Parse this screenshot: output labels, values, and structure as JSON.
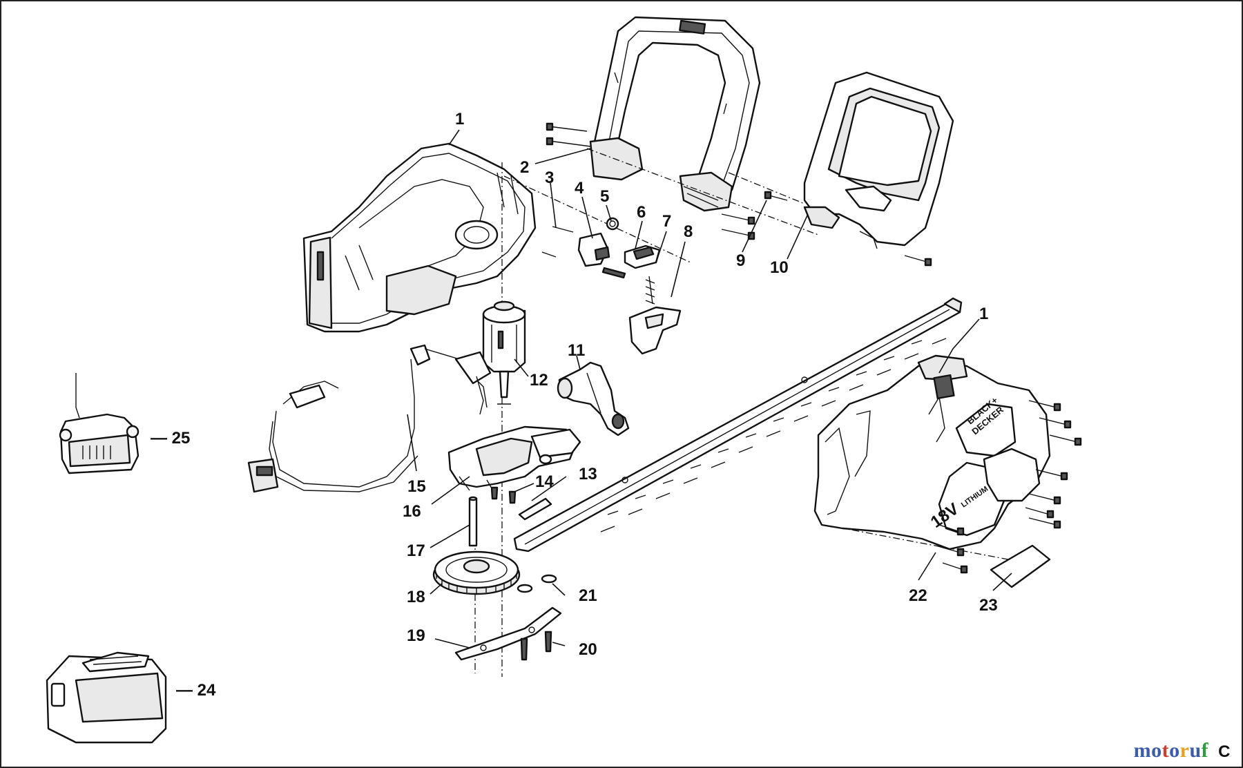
{
  "diagram": {
    "callouts": [
      {
        "id": "1a",
        "text": "1"
      },
      {
        "id": "1b",
        "text": "1"
      },
      {
        "id": "2",
        "text": "2"
      },
      {
        "id": "3",
        "text": "3"
      },
      {
        "id": "4",
        "text": "4"
      },
      {
        "id": "5",
        "text": "5"
      },
      {
        "id": "6",
        "text": "6"
      },
      {
        "id": "7",
        "text": "7"
      },
      {
        "id": "8",
        "text": "8"
      },
      {
        "id": "9",
        "text": "9"
      },
      {
        "id": "10",
        "text": "10"
      },
      {
        "id": "11",
        "text": "11"
      },
      {
        "id": "12",
        "text": "12"
      },
      {
        "id": "13",
        "text": "13"
      },
      {
        "id": "14",
        "text": "14"
      },
      {
        "id": "15",
        "text": "15"
      },
      {
        "id": "16",
        "text": "16"
      },
      {
        "id": "17",
        "text": "17"
      },
      {
        "id": "18",
        "text": "18"
      },
      {
        "id": "19",
        "text": "19"
      },
      {
        "id": "20",
        "text": "20"
      },
      {
        "id": "21",
        "text": "21"
      },
      {
        "id": "22",
        "text": "22"
      },
      {
        "id": "23",
        "text": "23"
      },
      {
        "id": "24",
        "text": "— 24"
      },
      {
        "id": "25",
        "text": "— 25"
      }
    ],
    "housing_brand_line1": "BLACK+",
    "housing_brand_line2": "DECKER",
    "housing_voltage": "18V",
    "housing_chemistry": "LITHIUM"
  },
  "watermark": {
    "letters": [
      "m",
      "o",
      "t",
      "o",
      "r",
      "u",
      "f"
    ],
    "colors": [
      "#3b5bab",
      "#3b5bab",
      "#d43a2f",
      "#3b5bab",
      "#e8a020",
      "#3b5bab",
      "#2f9a3f"
    ],
    "corner_text": "C"
  }
}
